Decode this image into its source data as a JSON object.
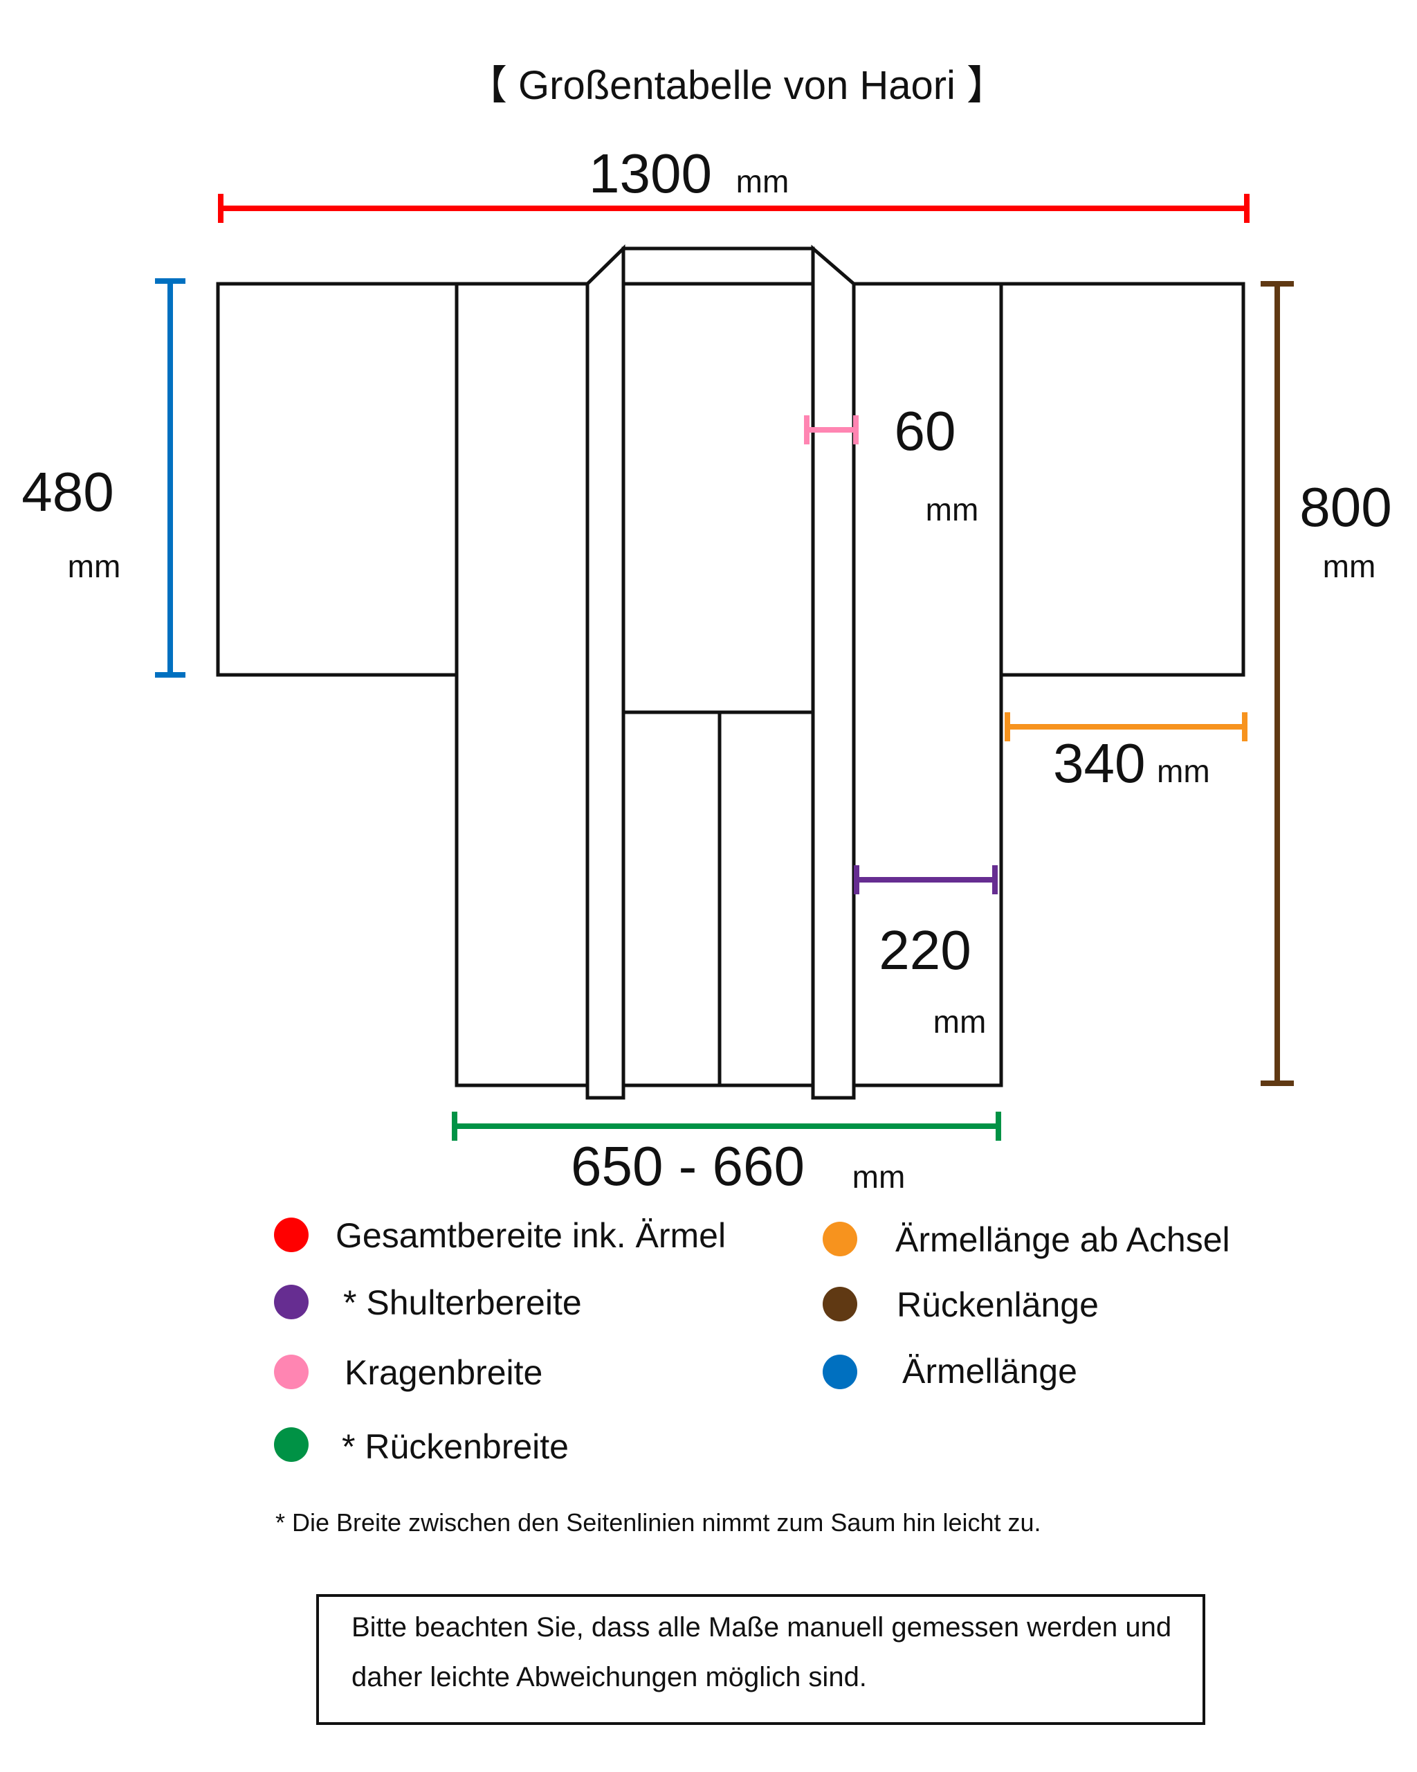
{
  "title": "【 Großentabelle von Haori 】",
  "dimensions": {
    "total_width": {
      "value": "1300",
      "unit": "mm",
      "color": "#ff0000"
    },
    "sleeve_length": {
      "value": "480",
      "unit": "mm",
      "color": "#0070c0"
    },
    "back_length": {
      "value": "800",
      "unit": "mm",
      "color": "#603913"
    },
    "collar_width": {
      "value": "60",
      "unit": "mm",
      "color": "#ff85b2"
    },
    "sleeve_from_armpit": {
      "value": "340",
      "unit": "mm",
      "color": "#f7931e"
    },
    "shoulder_width": {
      "value": "220",
      "unit": "mm",
      "color": "#662d91"
    },
    "back_width": {
      "value": "650 - 660",
      "unit": "mm",
      "color": "#009245"
    }
  },
  "legend": {
    "left": [
      {
        "label": "Gesamtbereite ink. Ärmel",
        "color": "#ff0000"
      },
      {
        "label": "* Shulterbereite",
        "color": "#662d91"
      },
      {
        "label": "Kragenbreite",
        "color": "#ff85b2"
      },
      {
        "label": "* Rückenbreite",
        "color": "#009245"
      }
    ],
    "right": [
      {
        "label": "Ärmellänge ab Achsel",
        "color": "#f7931e"
      },
      {
        "label": "Rückenlänge",
        "color": "#603913"
      },
      {
        "label": "Ärmellänge",
        "color": "#0070c0"
      }
    ]
  },
  "footnote": "* Die Breite zwischen den Seitenlinien nimmt zum Saum hin leicht zu.",
  "notice": {
    "line1": "Bitte beachten Sie, dass alle Maße manuell gemessen werden und",
    "line2": "daher leichte Abweichungen möglich sind."
  }
}
